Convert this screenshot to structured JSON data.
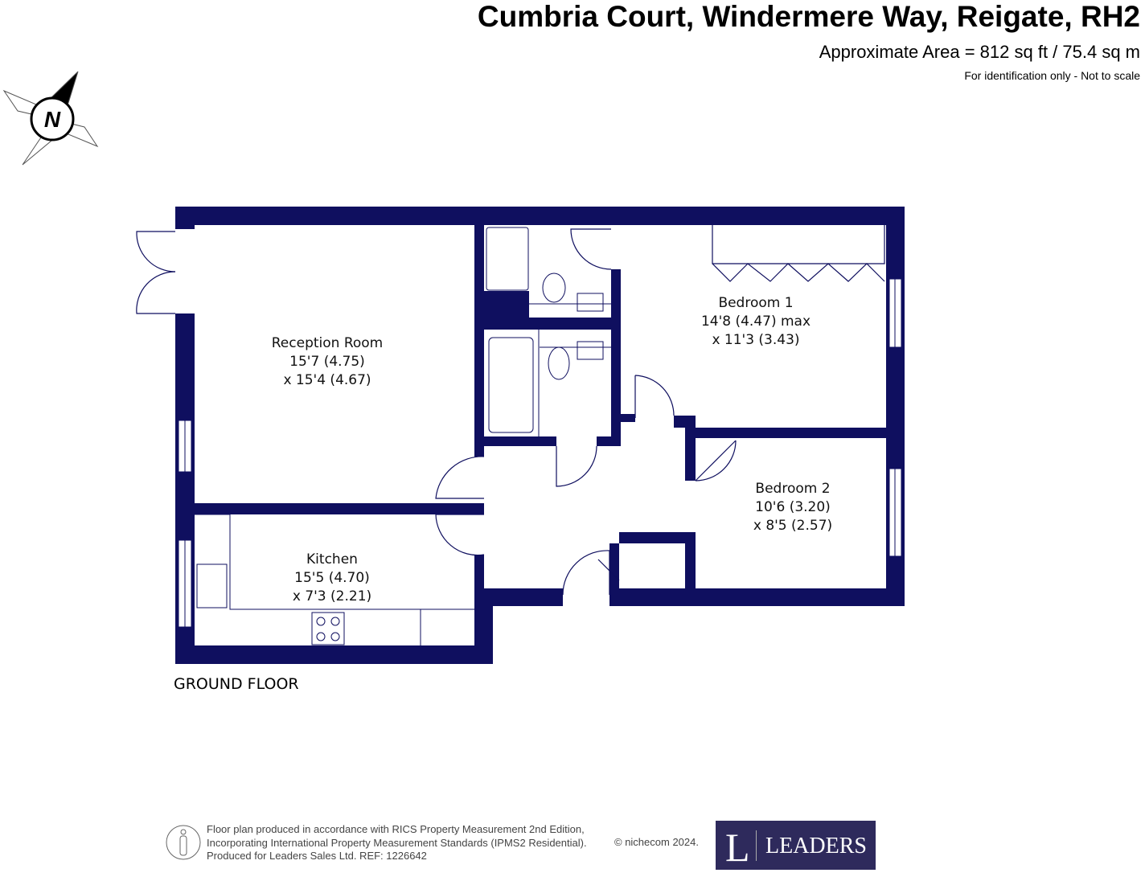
{
  "header": {
    "title": "Cumbria Court, Windermere Way, Reigate, RH2",
    "area": "Approximate Area = 812 sq ft / 75.4 sq m",
    "note": "For identification only - Not to scale"
  },
  "compass": {
    "label": "N"
  },
  "rooms": [
    {
      "name": "Reception Room",
      "dim1": "15'7 (4.75)",
      "dim2": "x 15'4 (4.67)"
    },
    {
      "name": "Kitchen",
      "dim1": "15'5 (4.70)",
      "dim2": "x 7'3 (2.21)"
    },
    {
      "name": "Bedroom 1",
      "dim1": "14'8 (4.47) max",
      "dim2": "x 11'3 (3.43)"
    },
    {
      "name": "Bedroom 2",
      "dim1": "10'6 (3.20)",
      "dim2": "x 8'5 (2.57)"
    }
  ],
  "floor_label": "GROUND FLOOR",
  "footer": {
    "line1": "Floor plan produced in accordance with RICS Property Measurement 2nd Edition,",
    "line2": "Incorporating International Property Measurement Standards (IPMS2 Residential).",
    "line3": "Produced for Leaders Sales Ltd.   REF:  1226642",
    "copyright": "© nichecom 2024."
  },
  "logo": {
    "letter": "L",
    "name": "LEADERS"
  },
  "colors": {
    "wall": "#0f0f5f",
    "logo_bg": "#2e2a5c"
  }
}
